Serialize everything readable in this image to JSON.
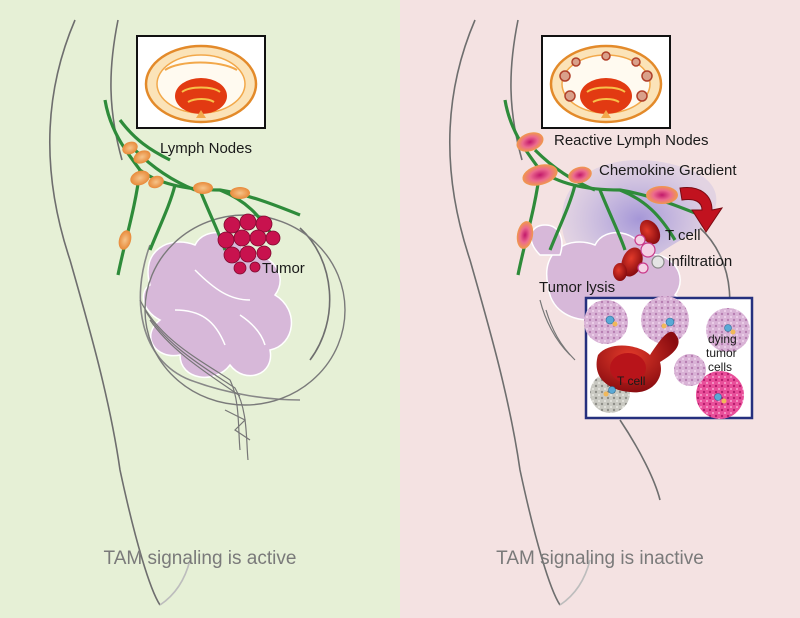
{
  "left_panel": {
    "lymph_nodes_label": "Lymph Nodes",
    "tumor_label": "Tumor",
    "caption": "TAM signaling is active",
    "background": "#e6f0d6"
  },
  "right_panel": {
    "reactive_lymph_nodes_label": "Reactive Lymph Nodes",
    "chemokine_gradient_label": "Chemokine Gradient",
    "t_cell_infiltration_line1": "T cell",
    "t_cell_infiltration_line2": "infiltration",
    "tumor_lysis_label": "Tumor lysis",
    "inset": {
      "t_cell_label": "T cell",
      "dying_line1": "dying",
      "dying_line2": "tumor",
      "dying_line3": "cells"
    },
    "caption": "TAM signaling is inactive",
    "background": "#f4e2e2"
  }
}
